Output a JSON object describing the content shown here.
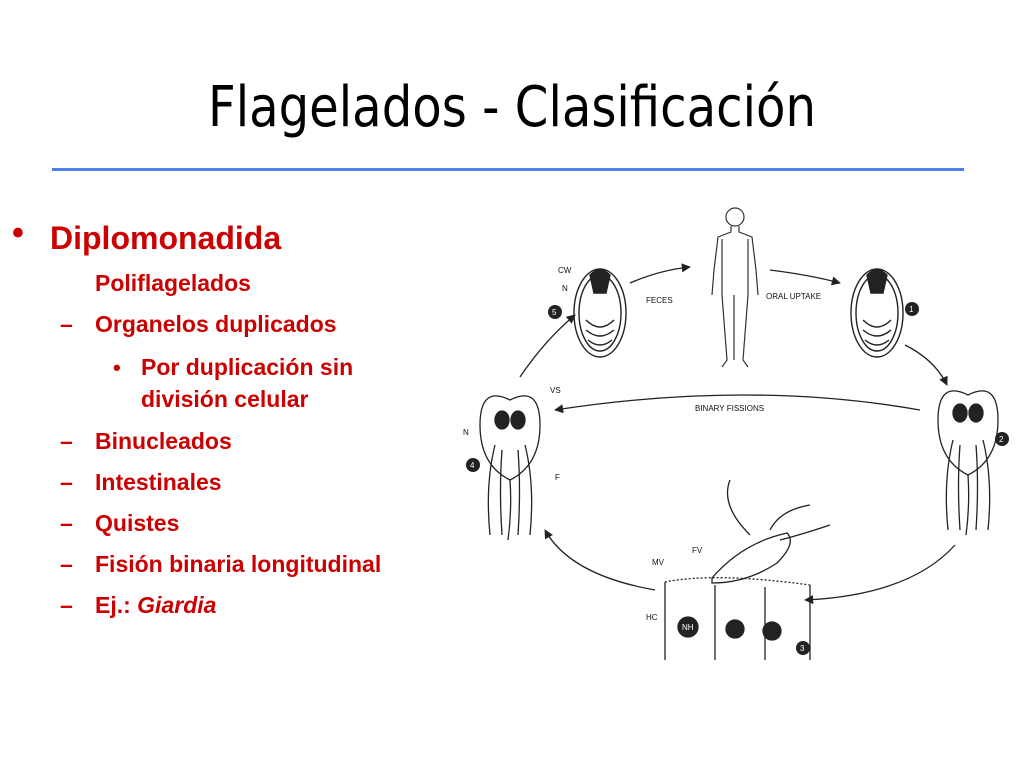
{
  "slide": {
    "title": "Flagelados - Clasificación"
  },
  "content": {
    "bullet_symbol": "•",
    "dash_symbol": "–",
    "main_item": "Diplomonadida",
    "sub_plain": "Poliflagelados",
    "item_organelos": "Organelos duplicados",
    "nested_line1": "Por duplicación sin",
    "nested_line2": "división celular",
    "item_binucleados": "Binucleados",
    "item_intestinales": "Intestinales",
    "item_quistes": "Quistes",
    "item_fision": "Fisión binaria longitudinal",
    "item_ej_prefix": "Ej.:",
    "item_ej_genus": "Giardia"
  },
  "diagram": {
    "labels": {
      "feces": "FECES",
      "oral_uptake": "ORAL UPTAKE",
      "binary_fissions": "BINARY FISSIONS",
      "cw": "CW",
      "n": "N",
      "vs": "VS",
      "f": "F",
      "mv": "MV",
      "fv": "FV",
      "hc": "HC",
      "nh": "NH",
      "step1": "1",
      "step2": "2",
      "step3": "3",
      "step4": "4",
      "step5": "5"
    }
  },
  "colors": {
    "accent_rule": "#4f80e8",
    "bullet_text": "#cc0000",
    "title_text": "#000000"
  }
}
